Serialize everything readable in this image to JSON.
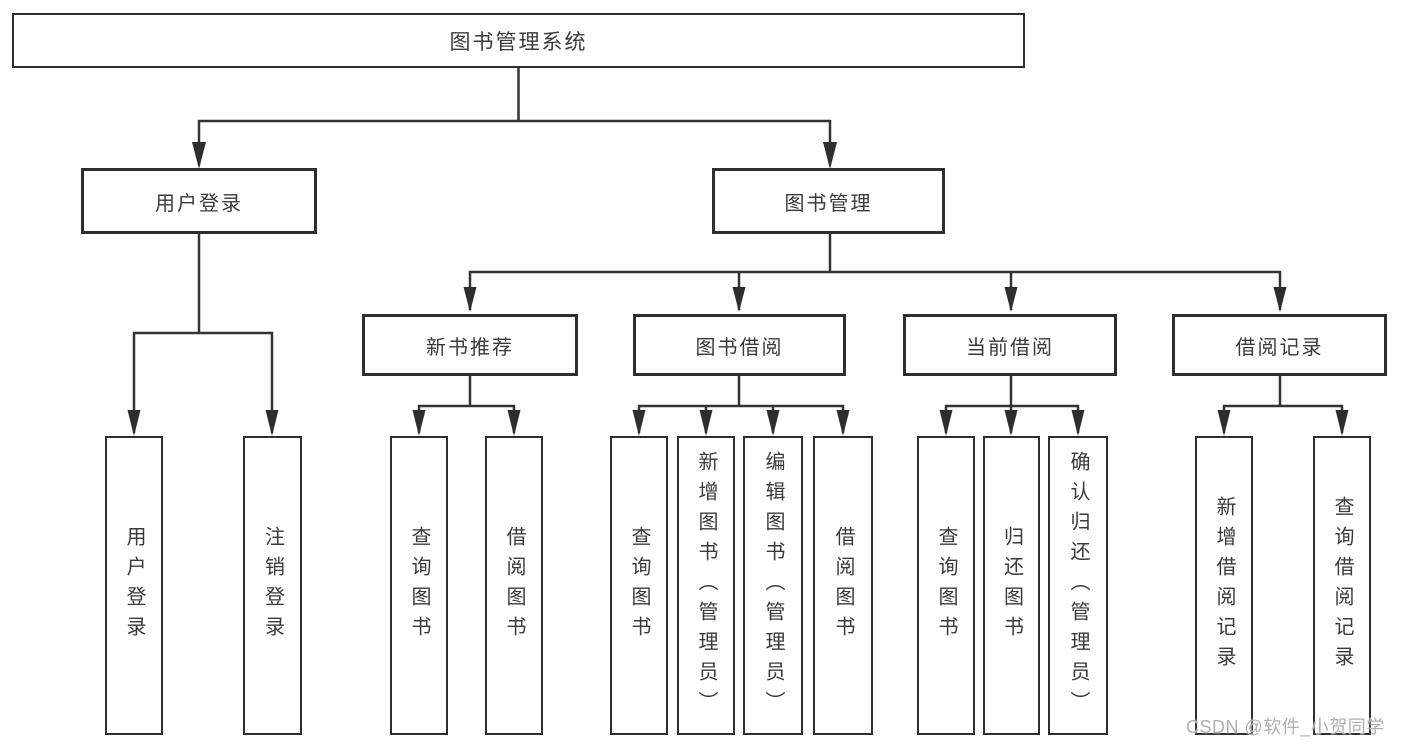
{
  "colors": {
    "line": "#333333",
    "box_border": "#2e2e2e",
    "text": "#3a3a3a",
    "watermark": "#b0b0b0",
    "background": "#ffffff"
  },
  "tree": {
    "root": {
      "label": "图书管理系统"
    },
    "branches": [
      {
        "label": "用户登录",
        "leaves": [
          {
            "label": "用户登录"
          },
          {
            "label": "注销登录"
          }
        ]
      },
      {
        "label": "图书管理",
        "children": [
          {
            "label": "新书推荐",
            "leaves": [
              {
                "label": "查询图书"
              },
              {
                "label": "借阅图书"
              }
            ]
          },
          {
            "label": "图书借阅",
            "leaves": [
              {
                "label": "查询图书"
              },
              {
                "label": "新增图书（管理员）"
              },
              {
                "label": "编辑图书（管理员）"
              },
              {
                "label": "借阅图书"
              }
            ]
          },
          {
            "label": "当前借阅",
            "leaves": [
              {
                "label": "查询图书"
              },
              {
                "label": "归还图书"
              },
              {
                "label": "确认归还（管理员）"
              }
            ]
          },
          {
            "label": "借阅记录",
            "leaves": [
              {
                "label": "新增借阅记录"
              },
              {
                "label": "查询借阅记录"
              }
            ]
          }
        ]
      }
    ]
  },
  "watermark": {
    "text": "CSDN @软件_小贺同学"
  }
}
